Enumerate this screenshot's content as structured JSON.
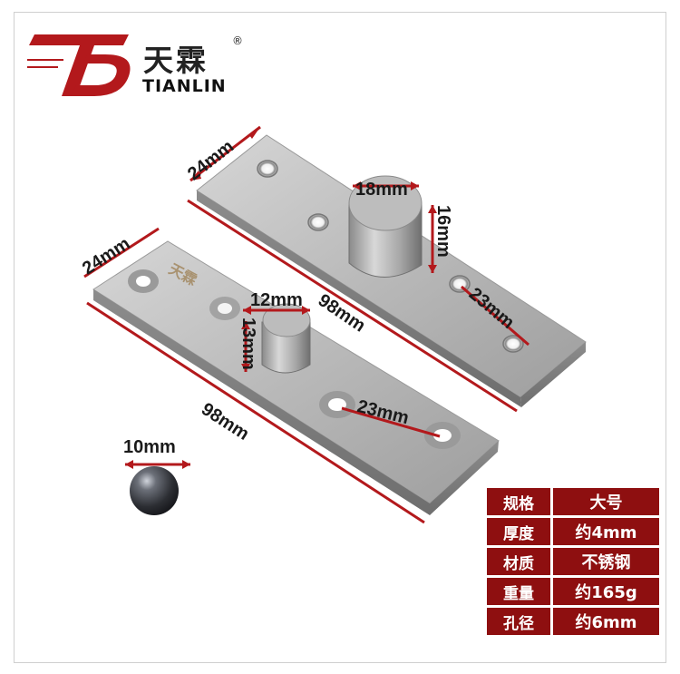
{
  "brand": {
    "logo_mark": "TD",
    "name_cn": "天霖",
    "registered": "®",
    "name_en": "TIANLIN",
    "accent": "#b3191c"
  },
  "dimensions": {
    "large_width": "24mm",
    "large_length": "98mm",
    "large_pin_diameter": "18mm",
    "large_pin_height": "16mm",
    "large_hole_spacing": "23mm",
    "small_width": "24mm",
    "small_length": "98mm",
    "small_pin_diameter": "12mm",
    "small_pin_height": "13mm",
    "small_hole_spacing": "23mm",
    "ball_diameter": "10mm"
  },
  "specs": [
    {
      "label": "规格",
      "value": "大号"
    },
    {
      "label": "厚度",
      "value": "约4mm"
    },
    {
      "label": "材质",
      "value": "不锈钢"
    },
    {
      "label": "重量",
      "value": "约165g"
    },
    {
      "label": "孔径",
      "value": "约6mm"
    }
  ]
}
